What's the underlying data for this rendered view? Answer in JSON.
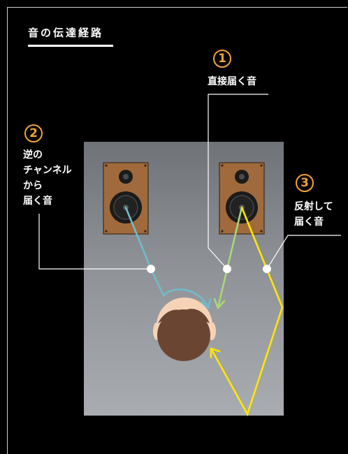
{
  "title": "音の伝達経路",
  "callouts": [
    {
      "number": "1",
      "label": "直接届く音"
    },
    {
      "number": "2",
      "label": "逆の\nチャンネル\nから\n届く音"
    },
    {
      "number": "3",
      "label": "反射して\n届く音"
    }
  ],
  "colors": {
    "background": "#000000",
    "badge": "#f2a33a",
    "direct_path": "#a9d77a",
    "opposite_channel_path": "#6fbccb",
    "reflection_path": "#ffe600",
    "speaker_cabinet": "#a06a3c",
    "hair": "#6a4632",
    "face": "#f6d3b7"
  },
  "icons": {
    "left_speaker": "speaker-icon",
    "right_speaker": "speaker-icon",
    "listener": "listener-head-icon"
  }
}
